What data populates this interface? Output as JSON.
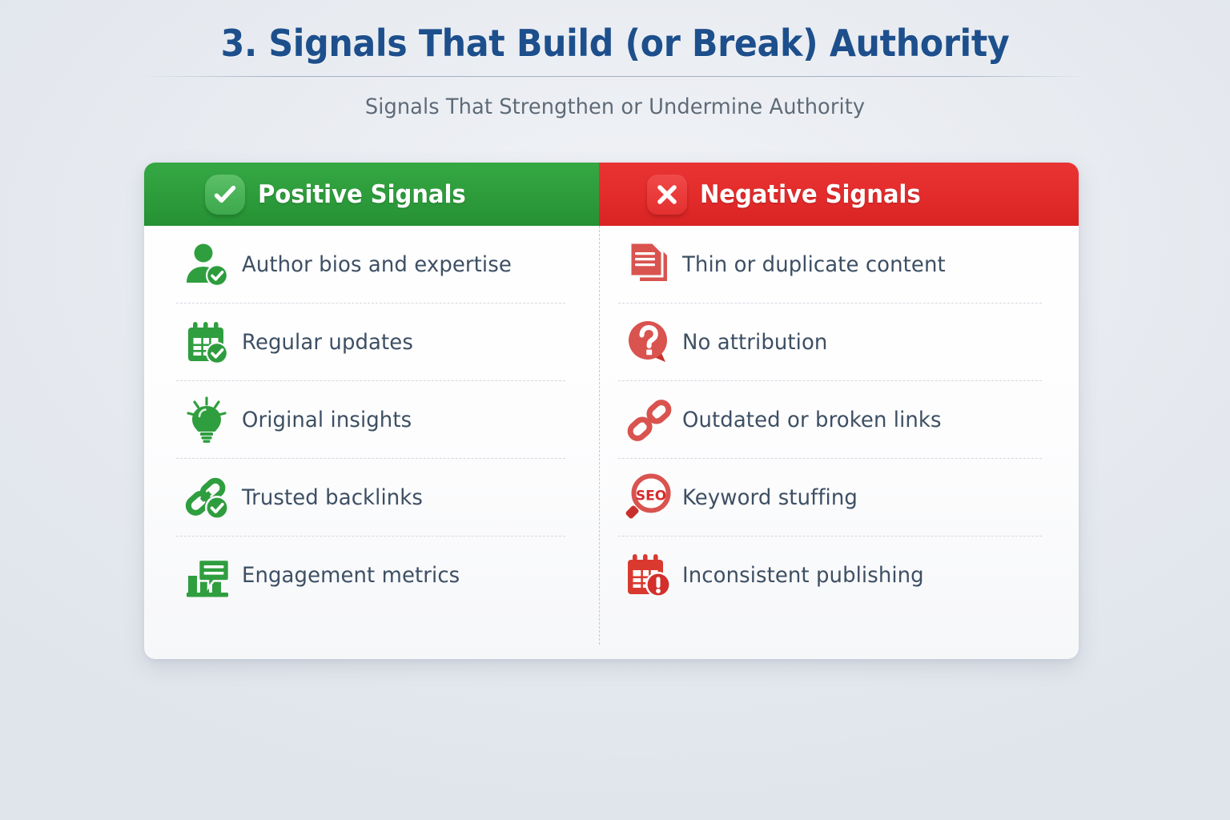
{
  "title": "3. Signals That Build (or Break) Authority",
  "subtitle": "Signals That Strengthen or Undermine Authority",
  "colors": {
    "title": "#1d4f8c",
    "subtitle": "#5d6a78",
    "positive_green": "#2e9d3c",
    "positive_badge_green": "#49b257",
    "negative_red": "#e42c2c",
    "negative_badge_red": "#ea3a3a",
    "body_text": "#3d4f63",
    "card_background": "#ffffff",
    "page_background": "#e9ecf1",
    "divider": "#d3d8e0"
  },
  "columns": {
    "positive": {
      "header_label": "Positive Signals",
      "header_icon": "check-circle-icon",
      "items": [
        {
          "label": "Author bios and expertise",
          "icon": "user-verified-icon"
        },
        {
          "label": "Regular updates",
          "icon": "calendar-check-icon"
        },
        {
          "label": "Original insights",
          "icon": "lightbulb-icon"
        },
        {
          "label": "Trusted backlinks",
          "icon": "link-check-icon"
        },
        {
          "label": "Engagement metrics",
          "icon": "bar-chart-comment-icon"
        }
      ]
    },
    "negative": {
      "header_label": "Negative Signals",
      "header_icon": "x-square-icon",
      "items": [
        {
          "label": "Thin or duplicate content",
          "icon": "duplicate-documents-icon"
        },
        {
          "label": "No attribution",
          "icon": "question-bubble-icon"
        },
        {
          "label": "Outdated or broken links",
          "icon": "broken-link-icon"
        },
        {
          "label": "Keyword stuffing",
          "icon": "seo-magnifier-icon",
          "icon_text": "SEO"
        },
        {
          "label": "Inconsistent publishing",
          "icon": "calendar-alert-icon"
        }
      ]
    }
  }
}
